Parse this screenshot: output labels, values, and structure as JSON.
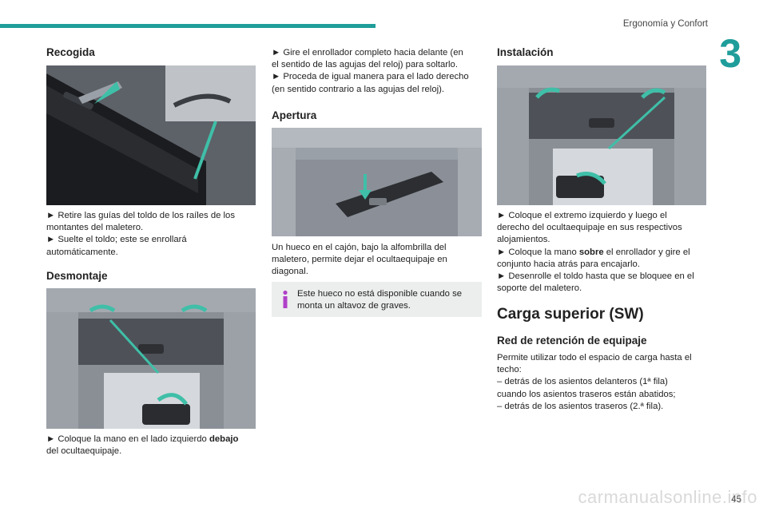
{
  "header": {
    "section_title": "Ergonomía y Confort",
    "chapter_number": "3"
  },
  "col1": {
    "recogida": {
      "heading": "Recogida",
      "lines": [
        "► Retire las guías del toldo de los raíles de los",
        "montantes del maletero.",
        "► Suelte el toldo; este se enrollará",
        "automáticamente."
      ]
    },
    "desmontaje": {
      "heading": "Desmontaje",
      "line1_prefix": "► Coloque la mano en el lado izquierdo ",
      "line1_bold": "debajo",
      "line2": "del ocultaequipaje."
    }
  },
  "col2": {
    "top_lines": [
      "► Gire el enrollador completo hacia delante (en",
      "el sentido de las agujas del reloj) para soltarlo.",
      "► Proceda de igual manera para el lado derecho",
      "(en sentido contrario a las agujas del reloj)."
    ],
    "apertura": {
      "heading": "Apertura",
      "lines": [
        "Un hueco en el cajón, bajo la alfombrilla del",
        "maletero, permite dejar el ocultaequipaje en",
        "diagonal."
      ]
    },
    "info": {
      "lines": [
        "Este hueco no está disponible cuando se",
        "monta un altavoz de graves."
      ]
    }
  },
  "col3": {
    "instalacion": {
      "heading": "Instalación",
      "line1": "► Coloque el extremo izquierdo y luego el",
      "line2": "derecho del ocultaequipaje en sus respectivos",
      "line3": "alojamientos.",
      "line4_prefix": "► Coloque la mano ",
      "line4_bold": "sobre",
      "line4_suffix": " el enrollador y gire el",
      "line5": "conjunto hacia atrás para encajarlo.",
      "line6": "► Desenrolle el toldo hasta que se bloquee en el",
      "line7": "soporte del maletero."
    },
    "carga": {
      "heading": "Carga superior (SW)",
      "subheading": "Red de retención de equipaje",
      "lines": [
        "Permite utilizar todo el espacio de carga hasta el",
        "techo:",
        "– detrás de los asientos delanteros (1ª fila)",
        "cuando los asientos traseros están abatidos;",
        "– detrás de los asientos traseros (2.ª fila)."
      ]
    }
  },
  "footer": {
    "page_number": "45",
    "watermark": "carmanualsonline.info"
  },
  "colors": {
    "accent": "#1f9d9a",
    "info_background": "#eceded"
  }
}
